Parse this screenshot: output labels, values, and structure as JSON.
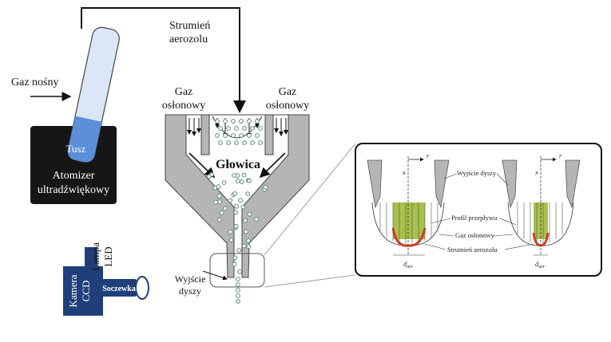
{
  "labels": {
    "aerosol_stream": [
      "Strumień",
      "aerozolu"
    ],
    "carrier_gas": "Gaz nośny",
    "ink": "Tusz",
    "atomizer": [
      "Atomizer",
      "ultradźwiękowy"
    ],
    "sheath_gas_left": [
      "Gaz",
      "osłonowy"
    ],
    "sheath_gas_right": [
      "Gaz",
      "osłonowy"
    ],
    "head": "Głowica",
    "nozzle_exit": [
      "Wyjście",
      "dyszy"
    ],
    "camera": [
      "Kamera",
      "CCD"
    ],
    "lamp": [
      "Lampa",
      "LED"
    ],
    "lens": "Soczewka"
  },
  "inset": {
    "nozzle_exit": "Wyjście dyszy",
    "flow_profile": "Profil przepływu",
    "sheath_gas": "Gaz osłonowy",
    "aerosol_stream": "Strumień aerozolu",
    "axis_r": "r",
    "axis_x": "x",
    "d_left": "d",
    "d_left_sub": "aer",
    "d_right": "d",
    "d_right_sub": "aer"
  },
  "colors": {
    "tube_fill": "#dbe6f7",
    "ink_fill": "#5b8fd9",
    "atomizer_box": "#161616",
    "nozzle_gray": "#b5b5b5",
    "droplet": "#5a8a7c",
    "aerosol_green": "#a8c14a",
    "profile_red": "#d63a1f",
    "camera_blue": "#1f3f7a"
  }
}
